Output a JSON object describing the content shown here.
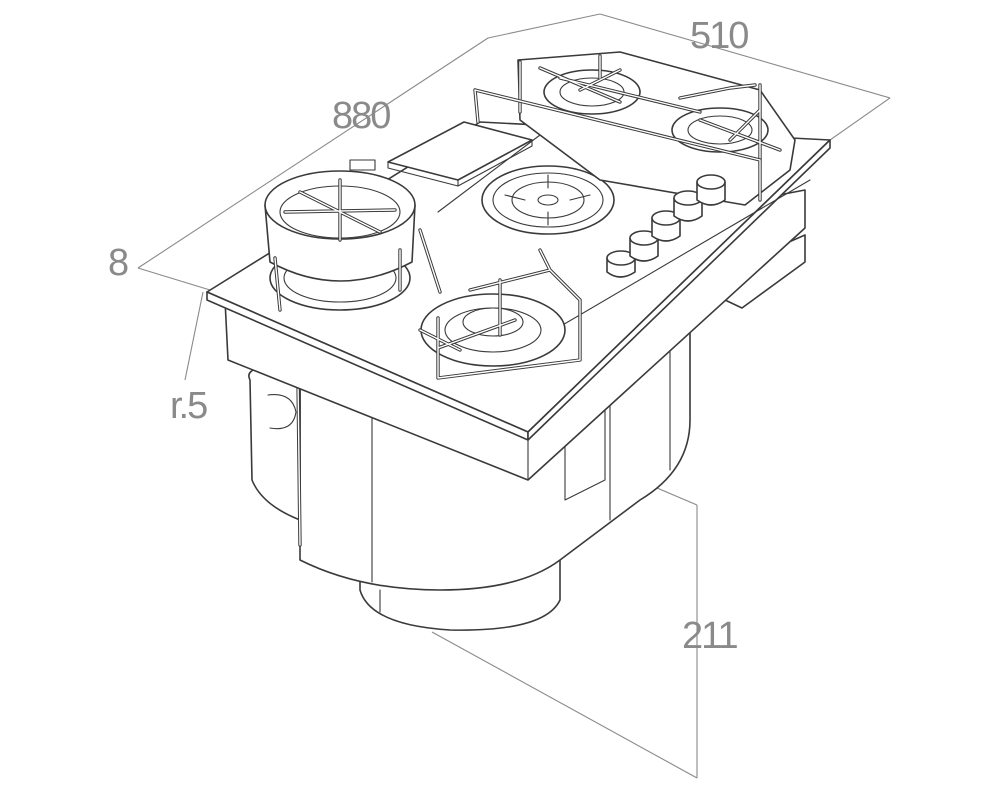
{
  "dimensions": {
    "width_label": "510",
    "depth_label": "880",
    "thickness_label": "8",
    "radius_label": "r.5",
    "height_label": "211"
  },
  "colors": {
    "line": "#3a3a3a",
    "dimension": "#8a8a8a",
    "background": "#ffffff"
  }
}
